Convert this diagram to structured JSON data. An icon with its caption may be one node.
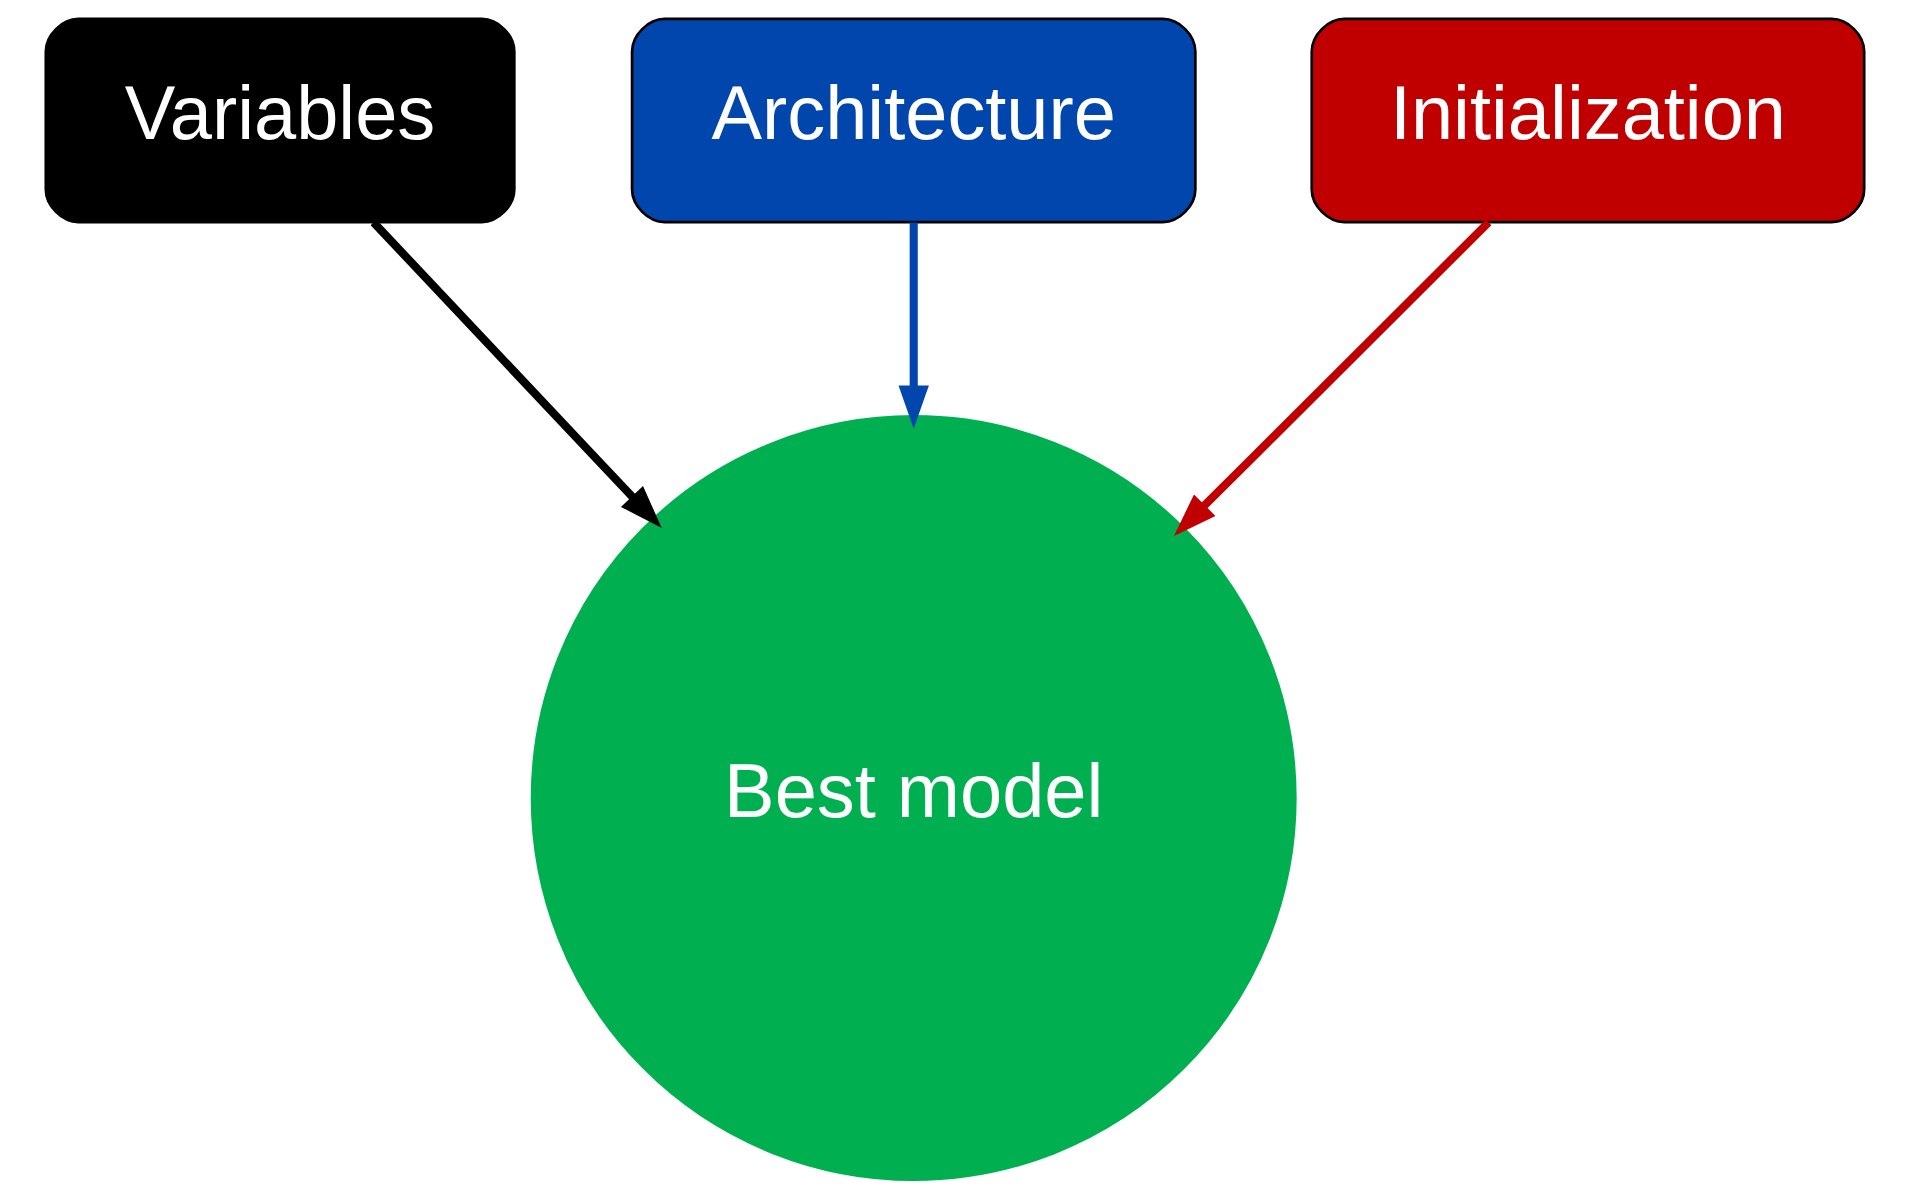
{
  "diagram": {
    "nodes": [
      {
        "text": [
          "Architecture"
        ]
      },
      {
        "text": [
          "Variables"
        ]
      },
      {
        "text": [
          "Initialization"
        ]
      },
      {
        "text": [
          "Best model"
        ]
      }
    ],
    "edges": [
      {
        "from": 1,
        "to": 3,
        "arrow": "to",
        "color": "#000000"
      },
      {
        "from": 0,
        "to": 3,
        "arrow": "to",
        "color": "#0046ad"
      },
      {
        "from": 2,
        "to": 3,
        "arrow": "to",
        "color": "#c00000"
      }
    ]
  }
}
